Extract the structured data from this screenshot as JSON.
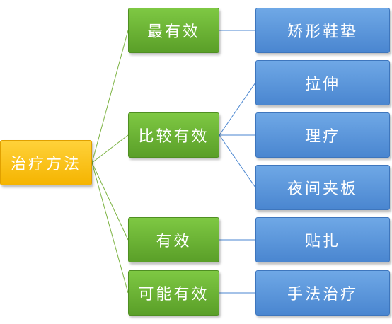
{
  "root": {
    "label": "治疗方法"
  },
  "categories": [
    {
      "label": "最有效",
      "treatments": [
        "矫形鞋垫"
      ]
    },
    {
      "label": "比较有效",
      "treatments": [
        "拉伸",
        "理疗",
        "夜间夹板"
      ]
    },
    {
      "label": "有效",
      "treatments": [
        "贴扎"
      ]
    },
    {
      "label": "可能有效",
      "treatments": [
        "手法治疗"
      ]
    }
  ],
  "colors": {
    "root": "#f5b400",
    "category": "#5a9f28",
    "treatment": "#4a86d0",
    "root_connector": "#7cb342",
    "category_connector": "#4a86d0"
  }
}
